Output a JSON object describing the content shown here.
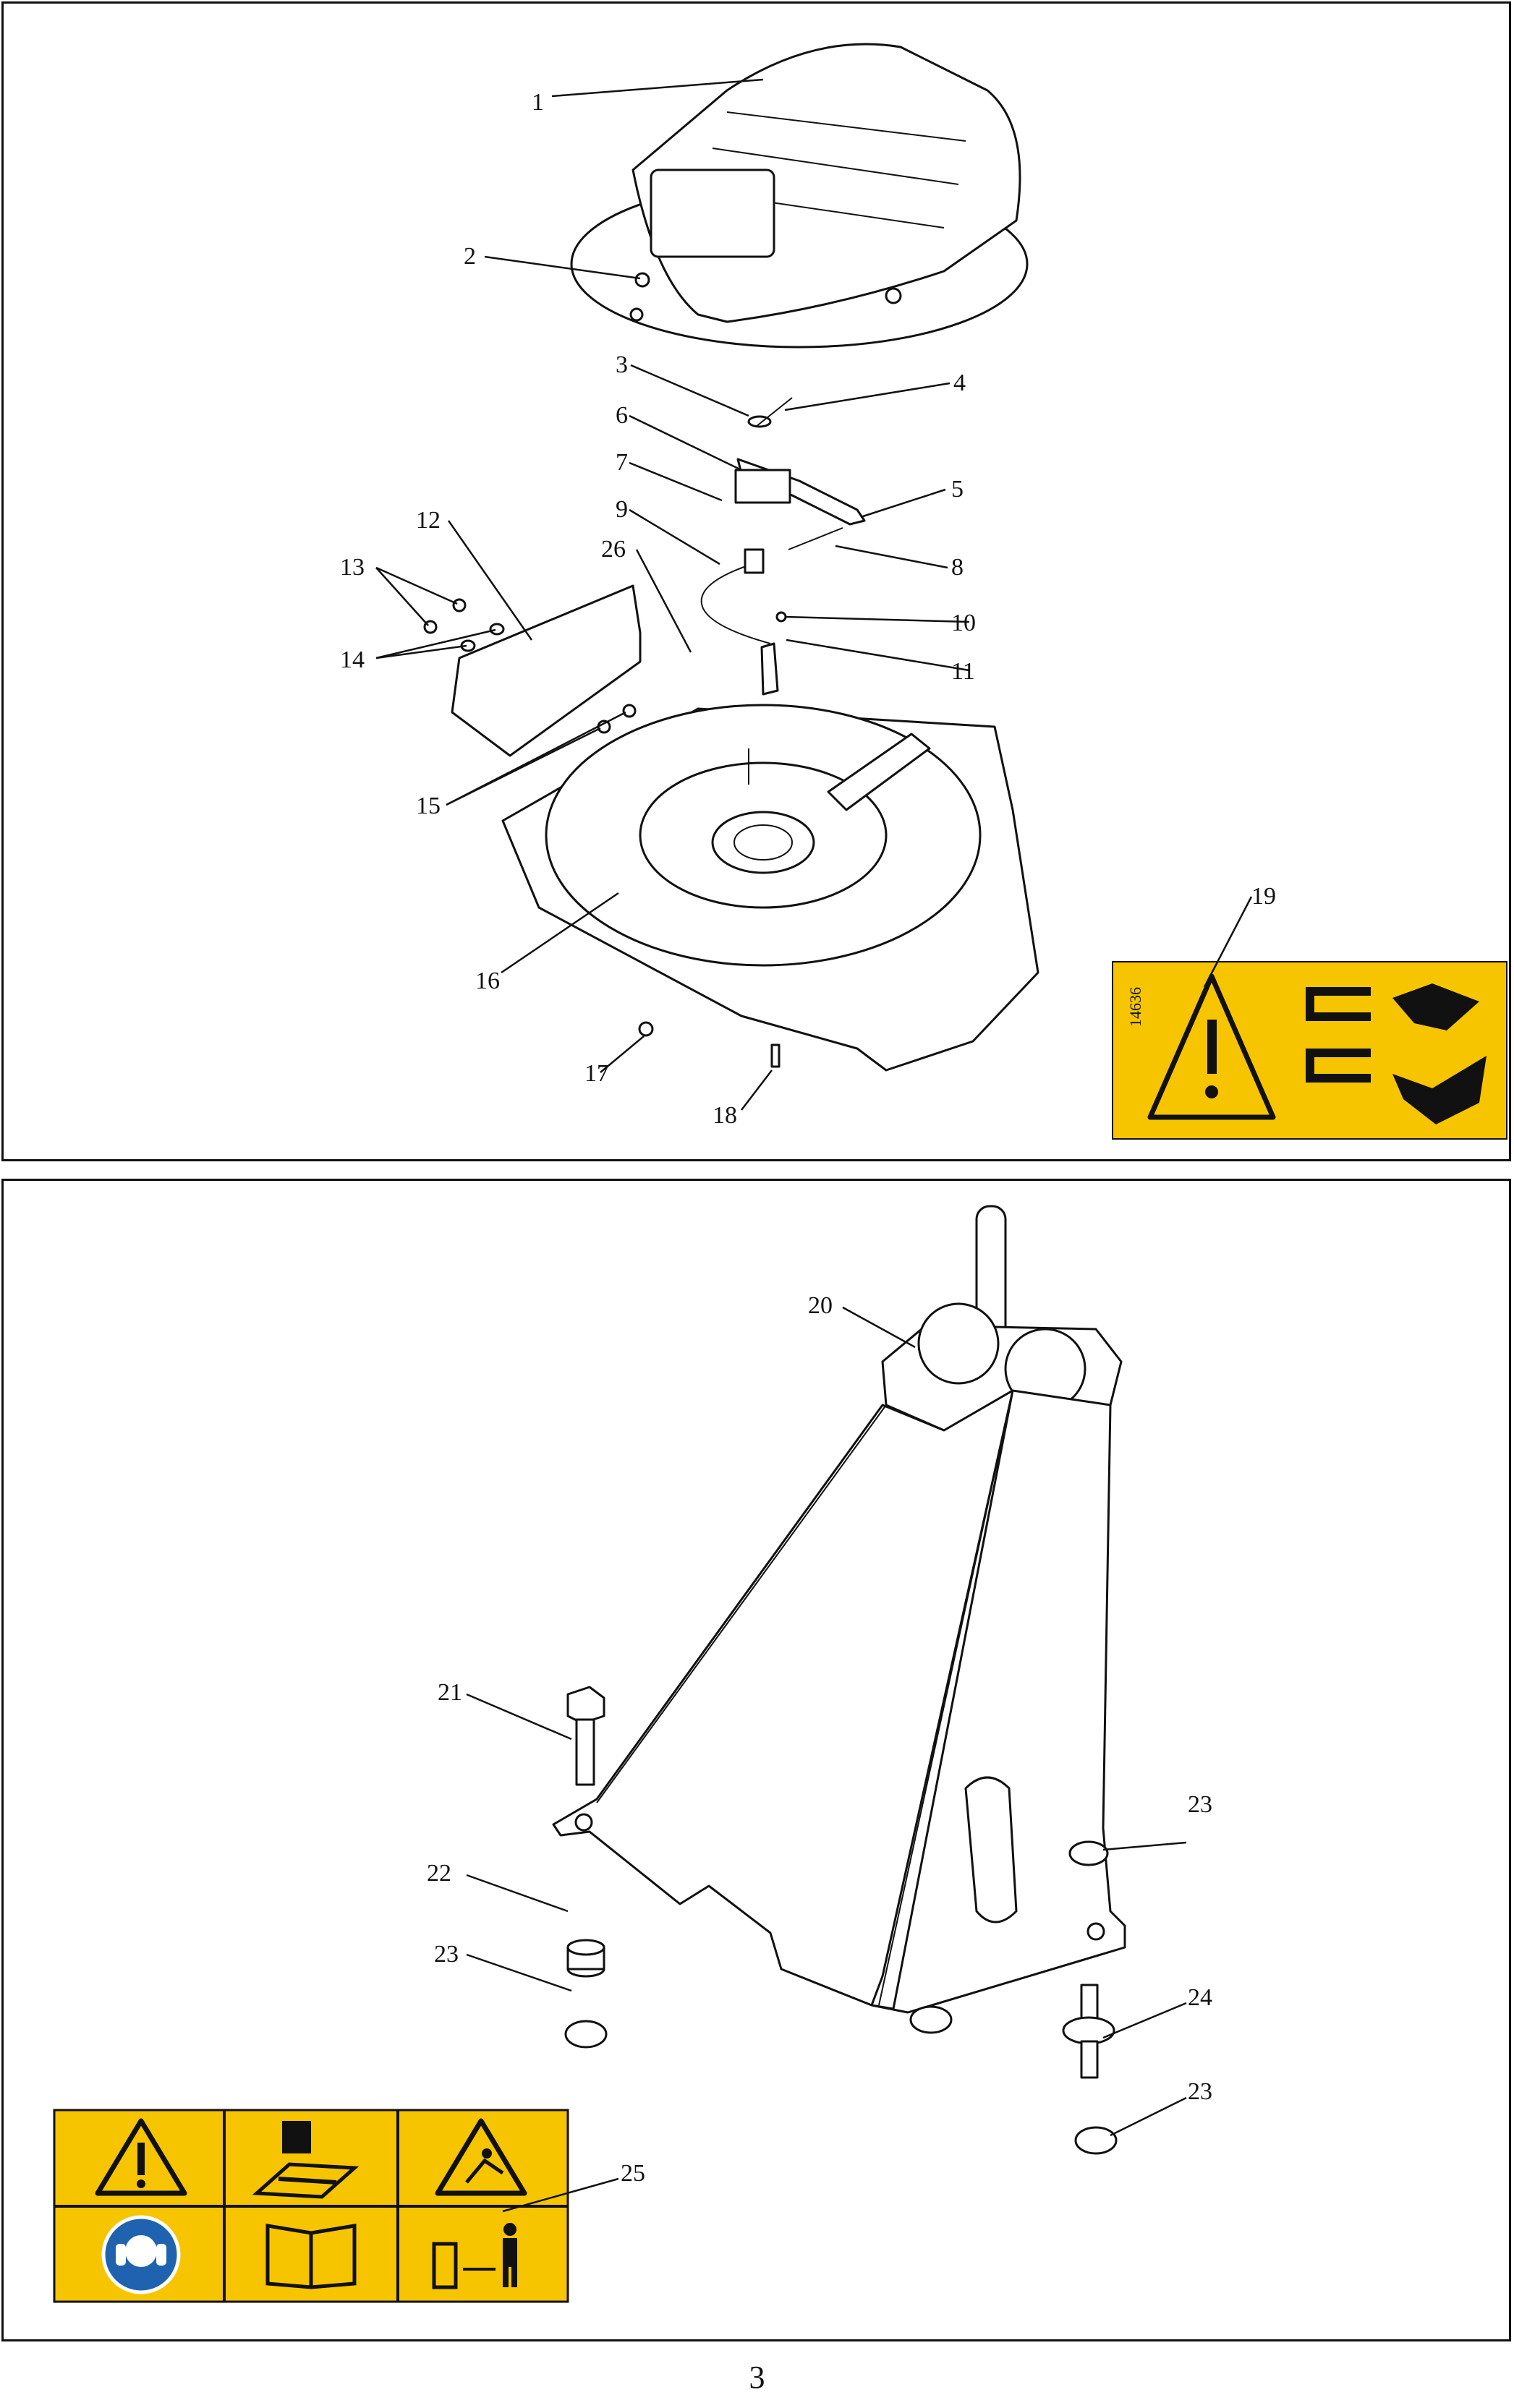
{
  "page_number": "3",
  "top_panel": {
    "callouts": [
      "1",
      "2",
      "3",
      "4",
      "5",
      "6",
      "7",
      "8",
      "9",
      "26",
      "10",
      "11",
      "12",
      "13",
      "14",
      "15",
      "16",
      "17",
      "18",
      "19"
    ],
    "decal_19": {
      "code": "14636",
      "icons": [
        "warning-triangle-icon",
        "hand-crush-icon",
        "hand-cut-icon"
      ]
    }
  },
  "bottom_panel": {
    "callouts": [
      "20",
      "21",
      "22",
      "23",
      "24",
      "23",
      "23",
      "25"
    ],
    "decal_25": {
      "icons": [
        "warning-triangle-icon",
        "tool-manual-icon",
        "projectile-warning-icon",
        "ear-protection-icon",
        "read-manual-icon",
        "keep-distance-icon"
      ]
    }
  },
  "colors": {
    "decal_yellow": "#f6c500",
    "ear_blue": "#1f63b0",
    "line": "#111111"
  }
}
